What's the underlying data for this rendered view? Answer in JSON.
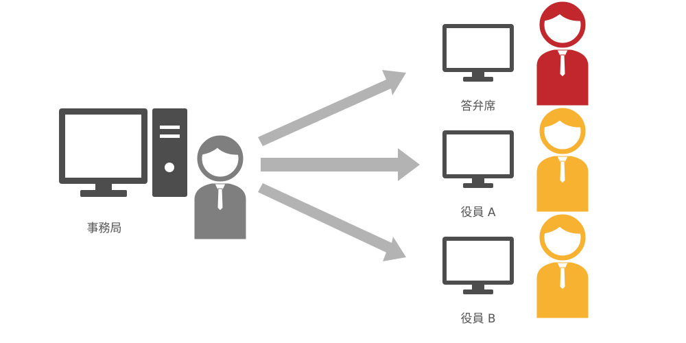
{
  "labels": {
    "source": "事務局",
    "target1": "答弁席",
    "target2": "役員 A",
    "target3": "役員 B"
  },
  "colors": {
    "device": "#4d4d4d",
    "arrow": "#b3b3b3",
    "source_person": "#7f7f7f",
    "person_red": "#c1272d",
    "person_orange": "#f8b232"
  },
  "icons": {
    "source_monitor": "monitor-icon",
    "source_tower": "pc-tower-icon",
    "source_person": "person-icon",
    "target_monitor": "monitor-icon",
    "target_person": "person-icon"
  }
}
